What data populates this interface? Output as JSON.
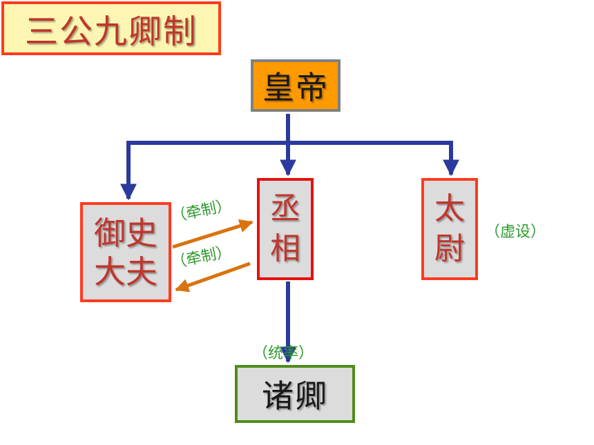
{
  "title": "三公九卿制",
  "nodes": {
    "emperor": "皇帝",
    "yushi_line1": "御史",
    "yushi_line2": "大夫",
    "chengxiang_line1": "丞",
    "chengxiang_line2": "相",
    "taiwei_line1": "太",
    "taiwei_line2": "尉",
    "zhuqing": "诸卿"
  },
  "notes": {
    "qianzhi_top": "（牵制）",
    "qianzhi_bottom": "（牵制）",
    "xushe": "（虚设）",
    "tonglv": "（统率）"
  },
  "colors": {
    "connector": "#2b3a9c",
    "mutual_arrow": "#d9730d",
    "note_text": "#2e9b2e",
    "title_border": "#ff3b1f",
    "title_fill": "#fdf6b3",
    "emperor_fill": "#ff9a00",
    "official_fill": "#dcdcdc",
    "zhuqing_border": "#4d8c1a"
  }
}
